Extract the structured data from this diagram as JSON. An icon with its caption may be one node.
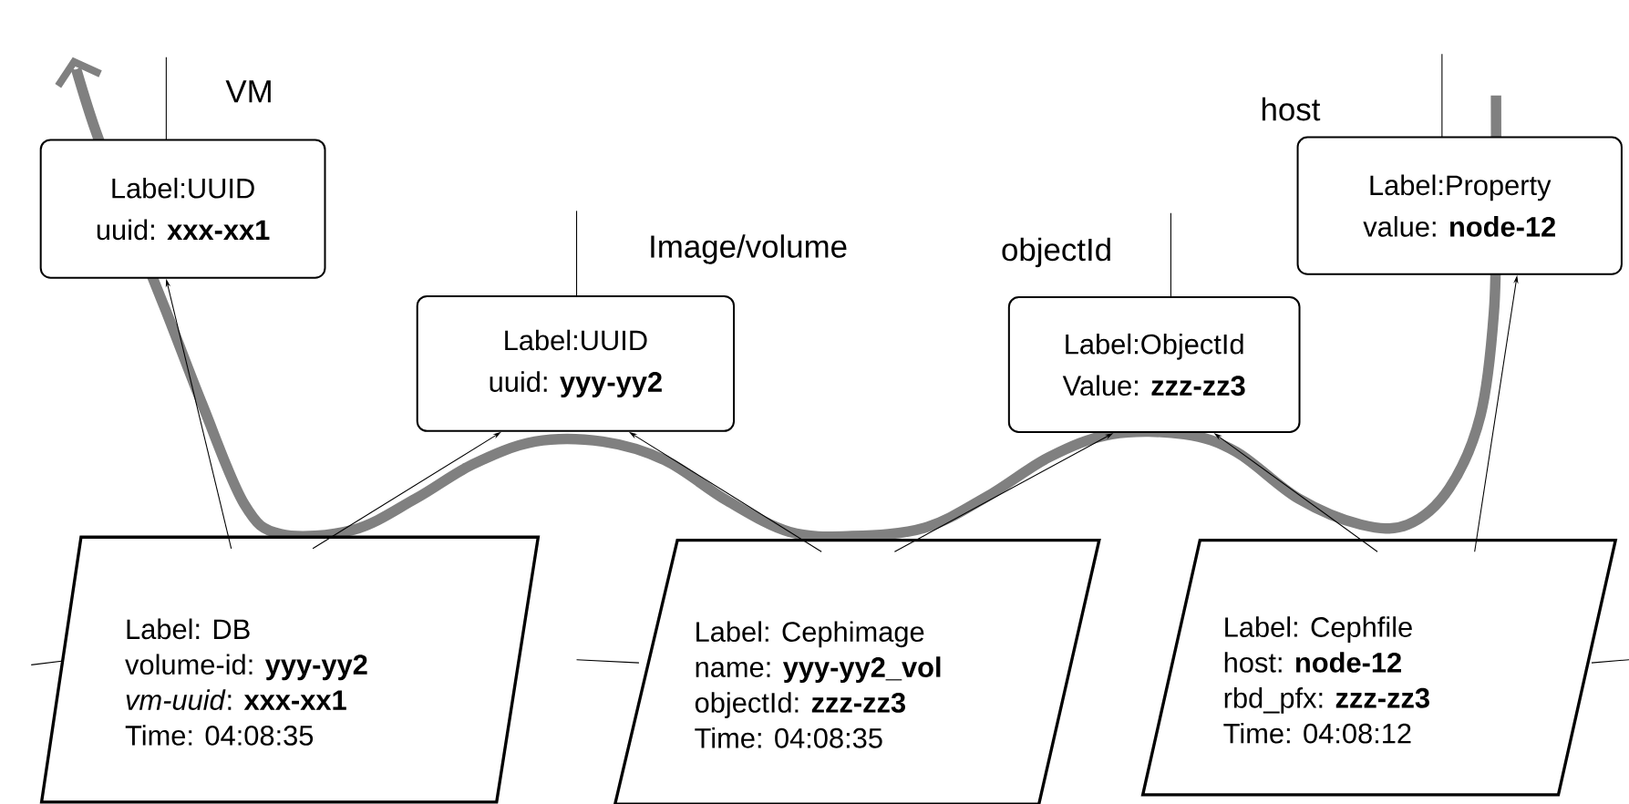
{
  "diagram": {
    "nodes": [
      {
        "text": [
          "Label:UUID",
          "uuid: **xxx-xx1**"
        ],
        "beside": [
          "VM"
        ]
      },
      {
        "text": [
          "Label:UUID",
          "uuid: **yyy-yy2**"
        ],
        "beside": [
          "Image/volume"
        ]
      },
      {
        "text": [
          "Label:ObjectId",
          "Value: **zzz-zz3**"
        ],
        "beside": [
          "objectId"
        ]
      },
      {
        "text": [
          "Label:Property",
          "value: **node-12**"
        ],
        "beside": [
          "host"
        ]
      },
      {
        "text": [
          "Label: DB",
          "volume-id: **yyy-yy2**",
          "*vm-uuid*: **xxx-xx1**",
          "Time: 04:08:35"
        ]
      },
      {
        "text": [
          "Label: Cephimage",
          "name: **yyy-yy2_vol**",
          "objectId: **zzz-zz3**",
          "Time: 04:08:35"
        ]
      },
      {
        "text": [
          "Label: Cephfile",
          "host: **node-12**",
          "rbd_pfx: **zzz-zz3**",
          "Time: 04:08:12"
        ]
      }
    ],
    "edges": [
      {
        "from": 4,
        "to": 0,
        "arrow": "to"
      },
      {
        "from": 4,
        "to": 1,
        "arrow": "to"
      },
      {
        "from": 5,
        "to": 1,
        "arrow": "to"
      },
      {
        "from": 5,
        "to": 2,
        "arrow": "to"
      },
      {
        "from": 6,
        "to": 2,
        "arrow": "to"
      },
      {
        "from": 6,
        "to": 3,
        "arrow": "to"
      }
    ]
  }
}
